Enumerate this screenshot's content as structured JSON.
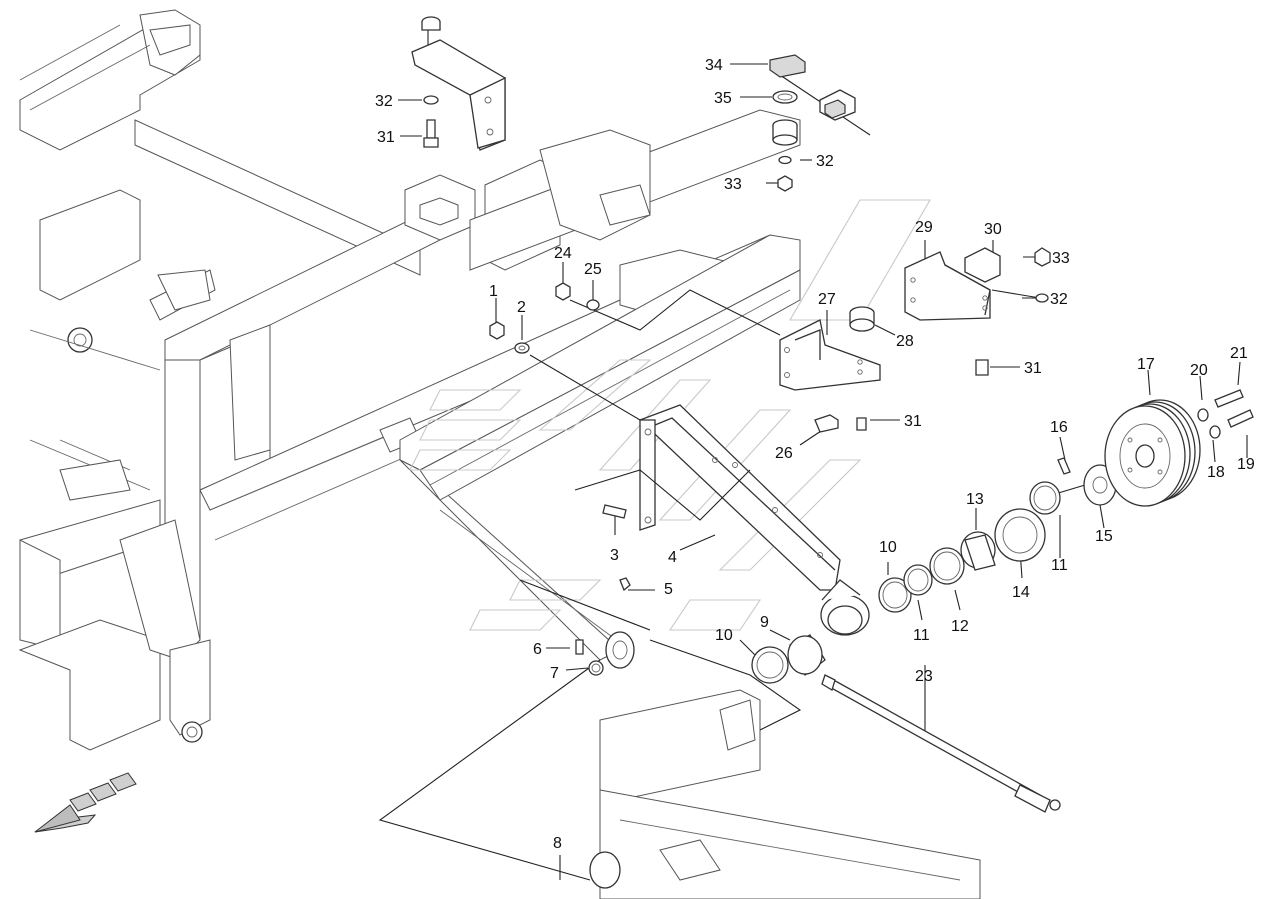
{
  "diagram": {
    "callouts": [
      {
        "id": "c1",
        "text": "1"
      },
      {
        "id": "c2",
        "text": "2"
      },
      {
        "id": "c3",
        "text": "3"
      },
      {
        "id": "c4",
        "text": "4"
      },
      {
        "id": "c5",
        "text": "5"
      },
      {
        "id": "c6",
        "text": "6"
      },
      {
        "id": "c7",
        "text": "7"
      },
      {
        "id": "c8",
        "text": "8"
      },
      {
        "id": "c9",
        "text": "9"
      },
      {
        "id": "c10a",
        "text": "10"
      },
      {
        "id": "c10b",
        "text": "10"
      },
      {
        "id": "c11a",
        "text": "11"
      },
      {
        "id": "c11b",
        "text": "11"
      },
      {
        "id": "c12",
        "text": "12"
      },
      {
        "id": "c13",
        "text": "13"
      },
      {
        "id": "c14",
        "text": "14"
      },
      {
        "id": "c15",
        "text": "15"
      },
      {
        "id": "c16",
        "text": "16"
      },
      {
        "id": "c17",
        "text": "17"
      },
      {
        "id": "c18",
        "text": "18"
      },
      {
        "id": "c19",
        "text": "19"
      },
      {
        "id": "c20",
        "text": "20"
      },
      {
        "id": "c21",
        "text": "21"
      },
      {
        "id": "c23",
        "text": "23"
      },
      {
        "id": "c24",
        "text": "24"
      },
      {
        "id": "c25",
        "text": "25"
      },
      {
        "id": "c26",
        "text": "26"
      },
      {
        "id": "c27",
        "text": "27"
      },
      {
        "id": "c28",
        "text": "28"
      },
      {
        "id": "c29",
        "text": "29"
      },
      {
        "id": "c30",
        "text": "30"
      },
      {
        "id": "c31a",
        "text": "31"
      },
      {
        "id": "c31b",
        "text": "31"
      },
      {
        "id": "c31c",
        "text": "31"
      },
      {
        "id": "c32a",
        "text": "32"
      },
      {
        "id": "c32b",
        "text": "32"
      },
      {
        "id": "c32c",
        "text": "32"
      },
      {
        "id": "c33a",
        "text": "33"
      },
      {
        "id": "c33b",
        "text": "33"
      },
      {
        "id": "c34",
        "text": "34"
      },
      {
        "id": "c35",
        "text": "35"
      }
    ],
    "colors": {
      "line": "#222222",
      "watermark": "#cccccc",
      "arrow_fill": "#cfcfcf"
    }
  }
}
